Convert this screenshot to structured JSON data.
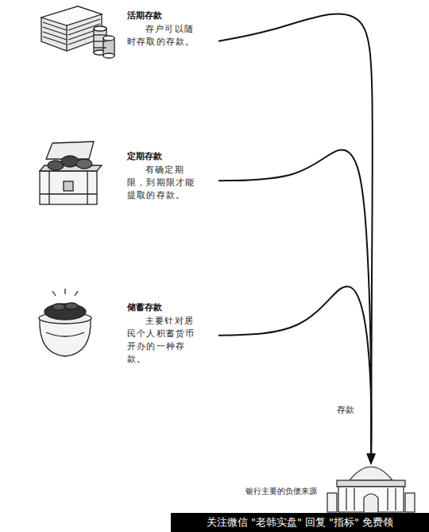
{
  "diagram": {
    "nodes": [
      {
        "text": [
          "活期存款",
          "存户可以随时存取的存款。"
        ]
      },
      {
        "text": [
          "定期存款",
          "有确定期限，到期限才能提取的存款。"
        ]
      },
      {
        "text": [
          "储蓄存款",
          "主要针对居民个人积蓄货币开办的一种存款。"
        ]
      },
      {
        "text": [
          "银行主要的负债来源"
        ]
      }
    ],
    "edges": [
      {
        "from": 0,
        "to": 3,
        "arrow": "to"
      },
      {
        "from": 1,
        "to": 3,
        "arrow": "to"
      },
      {
        "from": 2,
        "to": 3,
        "arrow": "to"
      }
    ],
    "labels": [
      "存款",
      "关注微信 \"老韩实盘\" 回复 \"指标\" 免费领"
    ]
  }
}
